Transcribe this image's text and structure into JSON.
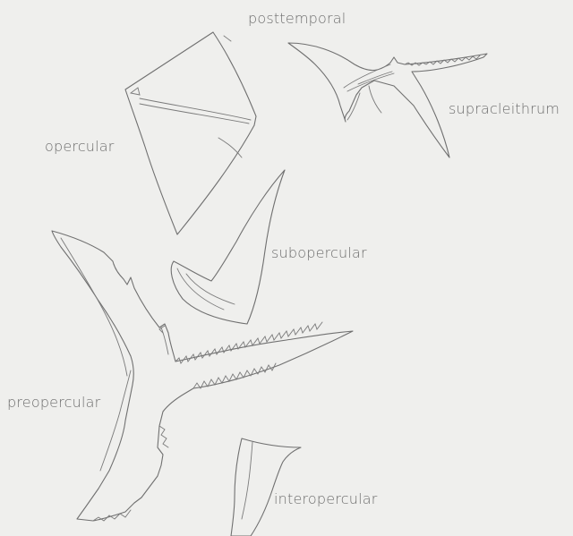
{
  "labels": {
    "posttemporal": "posttemporal",
    "supracleithrum": "supracleithrum",
    "opercular": "opercular",
    "subopercular": "subopercular",
    "preopercular": "preopercular",
    "interopercular": "interopercular"
  },
  "colors": {
    "background": "#efefed",
    "line": "#707070",
    "text": "#6e6e6e"
  }
}
